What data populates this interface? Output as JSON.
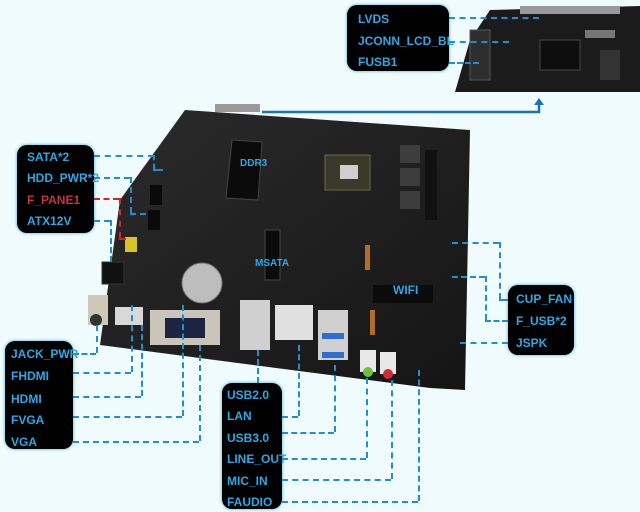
{
  "diagram": {
    "title": "",
    "background_color": "#f0fbfd",
    "label_color": "#2aa9e6",
    "leader_color": "#1f8fd0",
    "highlight_color": "#c8323a"
  },
  "top_callout": {
    "labels": [
      "LVDS",
      "JCONN_LCD_BL",
      "FUSB1"
    ]
  },
  "left_upper_callout": {
    "labels": [
      "SATA*2",
      "HDD_PWR*2",
      "F_PANE1",
      "ATX12V"
    ],
    "highlighted": "F_PANE1"
  },
  "left_lower_callout": {
    "labels": [
      "JACK_PWR",
      "FHDMI",
      "HDMI",
      "FVGA",
      "VGA"
    ]
  },
  "bottom_callout": {
    "labels": [
      "USB2.0",
      "LAN",
      "USB3.0",
      "LINE_OUT",
      "MIC_IN",
      "FAUDIO"
    ]
  },
  "right_callout": {
    "labels": [
      "CUP_FAN",
      "F_USB*2",
      "JSPK"
    ]
  },
  "board_labels": {
    "ddr3": "DDR3",
    "msata": "MSATA",
    "wifi": "WIFI"
  }
}
